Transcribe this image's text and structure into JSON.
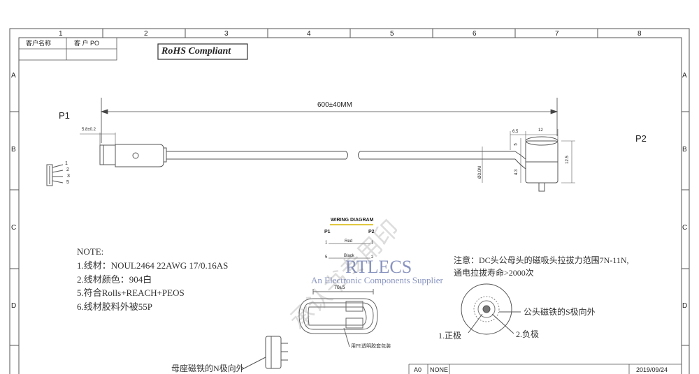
{
  "header": {
    "customer_name_label": "客户名称",
    "customer_po_label": "客 户 PO",
    "rohs_label": "RoHS Compliant"
  },
  "grid": {
    "columns": [
      "1",
      "2",
      "3",
      "4",
      "5",
      "6",
      "7",
      "8"
    ],
    "rows": [
      "A",
      "B",
      "C",
      "D"
    ]
  },
  "ports": {
    "p1": "P1",
    "p2": "P2"
  },
  "dimensions": {
    "length": "600±40MM",
    "plug_width": "5.8±0.2",
    "p2_top_a": "6.5",
    "p2_top_b": "12",
    "p2_side_a": "5",
    "p2_side_b": "12.5",
    "p2_side_c": "4.3",
    "p2_side_d": "Ø3.0M",
    "bag_length": "70±5"
  },
  "pin_numbers": [
    "1",
    "2",
    "3",
    "5"
  ],
  "wiring": {
    "title": "WIRING DIAGRAM",
    "p1": "P1",
    "p2": "P2",
    "rows": [
      {
        "left": "1",
        "color": "Red",
        "right": "1"
      },
      {
        "left": "5",
        "color": "Black",
        "right": "2"
      }
    ]
  },
  "notes": {
    "title": "NOTE:",
    "items": [
      "1.线材：NOUL2464 22AWG 17/0.16AS",
      "2.线材颜色：904白",
      "5.符合Rolls+REACH+PEOS",
      "6.线材胶料外被55P"
    ]
  },
  "caution": {
    "line1": "注意：DC头公母头的磁吸头拉拔力范围7N-11N,",
    "line2": "通电拉拔寿命>2000次"
  },
  "connector_labels": {
    "male_magnet": "公头磁铁的S极向外",
    "positive": "1.正极",
    "negative": "2.负极",
    "female_magnet": "母座磁铁的N极向外",
    "packaging": "用PE透明胶套包装"
  },
  "watermark": {
    "brand": "RTLECS",
    "tagline": "An Electronic Components Supplier",
    "stamp": "承认书专用印"
  },
  "title_block": {
    "size": "A0",
    "scale": "NONE",
    "date": "2019/09/24"
  }
}
